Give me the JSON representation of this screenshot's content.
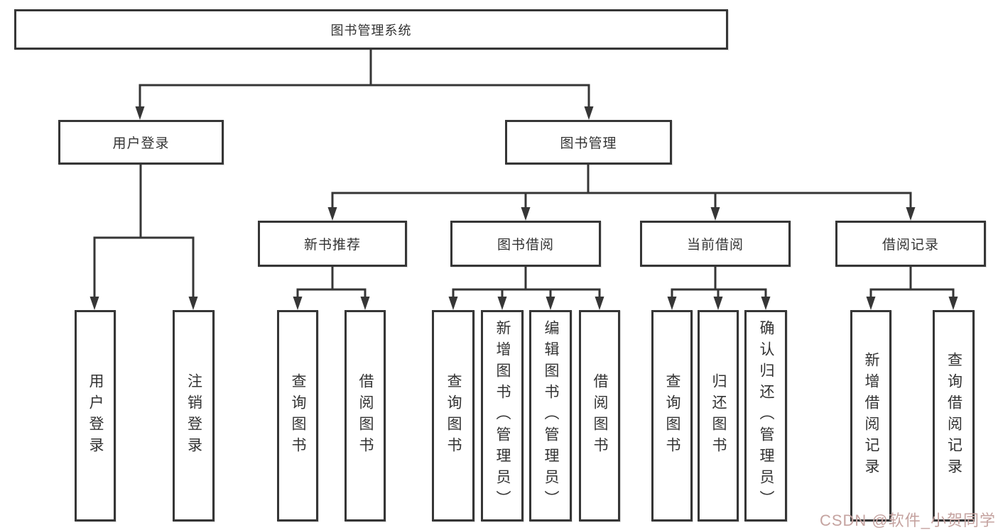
{
  "diagram": {
    "type": "hierarchy-tree",
    "orientation": "top-down",
    "colors": {
      "line": "#363636",
      "box_border": "#363636",
      "box_fill": "#ffffff",
      "text": "#333333",
      "watermark": "#c5a3a0",
      "background": "#ffffff"
    }
  },
  "tree": {
    "label": "图书管理系统",
    "children": [
      {
        "label": "用户登录",
        "children": [
          {
            "label": "用户登录"
          },
          {
            "label": "注销登录"
          }
        ]
      },
      {
        "label": "图书管理",
        "children": [
          {
            "label": "新书推荐",
            "children": [
              {
                "label": "查询图书"
              },
              {
                "label": "借阅图书"
              }
            ]
          },
          {
            "label": "图书借阅",
            "children": [
              {
                "label": "查询图书"
              },
              {
                "label": "新增图书（管理员）"
              },
              {
                "label": "编辑图书（管理员）"
              },
              {
                "label": "借阅图书"
              }
            ]
          },
          {
            "label": "当前借阅",
            "children": [
              {
                "label": "查询图书"
              },
              {
                "label": "归还图书"
              },
              {
                "label": "确认归还（管理员）"
              }
            ]
          },
          {
            "label": "借阅记录",
            "children": [
              {
                "label": "新增借阅记录"
              },
              {
                "label": "查询借阅记录"
              }
            ]
          }
        ]
      }
    ]
  },
  "watermark": {
    "text": "CSDN @软件_小贺同学"
  }
}
